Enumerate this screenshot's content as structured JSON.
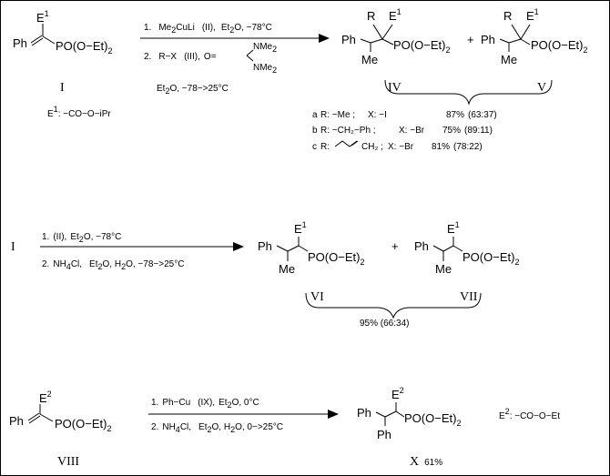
{
  "scheme1": {
    "start": {
      "ph": "Ph",
      "e": "E",
      "e_sup": "1",
      "po": "PO(O−Et)",
      "po_sub": "2",
      "roman": "I"
    },
    "e1_def": {
      "label": "E",
      "sup": "1",
      "value": ": −CO−O−iPr"
    },
    "cond1": {
      "num": "1.",
      "reagent": "Me",
      "reagent_sub": "2",
      "reagent_rest": "CuLi",
      "ref": "(II),",
      "solv": "Et",
      "solv_sub": "2",
      "solv_rest": "O, −78°C"
    },
    "cond2": {
      "num": "2.",
      "reagent": "R−X",
      "ref": "(III),",
      "o": "O=",
      "nme2a": "NMe",
      "nme2a_sub": "2",
      "nme2b": "NMe",
      "nme2b_sub": "2"
    },
    "cond3": {
      "solv": "Et",
      "solv_sub": "2",
      "solv_rest": "O,  −78−>25°C"
    },
    "prod_iv": {
      "r": "R",
      "e": "E",
      "e_sup": "1",
      "ph": "Ph",
      "me": "Me",
      "po": "PO(O−Et)",
      "po_sub": "2",
      "roman": "IV"
    },
    "plus": "+",
    "prod_v": {
      "r": "R",
      "e": "E",
      "e_sup": "1",
      "ph": "Ph",
      "me": "Me",
      "po": "PO(O−Et)",
      "po_sub": "2",
      "roman": "V"
    },
    "results": [
      {
        "tag": "a",
        "r": "R: −Me ;",
        "x": "X: −I",
        "yield": "87%",
        "ratio": "(63:37)"
      },
      {
        "tag": "b",
        "r": "R: −CH₂−Ph ;",
        "x": "X: −Br",
        "yield": "75%",
        "ratio": "(89:11)"
      },
      {
        "tag": "c",
        "r": "R:",
        "r_tail": "CH₂ ;",
        "x": "X: −Br",
        "yield": "81%",
        "ratio": "(78:22)"
      }
    ]
  },
  "scheme2": {
    "start": "I",
    "cond1": {
      "num": "1.",
      "ref": "(II),",
      "solv": "Et",
      "solv_sub": "2",
      "solv_rest": "O,  −78°C"
    },
    "cond2": {
      "num": "2.",
      "salt": "NH",
      "salt_sub": "4",
      "salt_rest": "Cl,",
      "solv": "Et",
      "solv_sub": "2",
      "solv_rest": "O, H",
      "h2o_sub": "2",
      "h2o_rest": "O,   −78−>25°C"
    },
    "prod_vi": {
      "e": "E",
      "e_sup": "1",
      "ph": "Ph",
      "me": "Me",
      "po": "PO(O−Et)",
      "po_sub": "2",
      "roman": "VI"
    },
    "plus": "+",
    "prod_vii": {
      "e": "E",
      "e_sup": "1",
      "ph": "Ph",
      "me": "Me",
      "po": "PO(O−Et)",
      "po_sub": "2",
      "roman": "VII"
    },
    "yield": "95% (66:34)"
  },
  "scheme3": {
    "start": {
      "ph": "Ph",
      "e": "E",
      "e_sup": "2",
      "po": "PO(O−Et)",
      "po_sub": "2",
      "roman": "VIII"
    },
    "cond1": {
      "num": "1.",
      "reagent": "Ph−Cu",
      "ref": "(IX),",
      "solv": "Et",
      "solv_sub": "2",
      "solv_rest": "O,  0°C"
    },
    "cond2": {
      "num": "2.",
      "salt": "NH",
      "salt_sub": "4",
      "salt_rest": "Cl,",
      "solv": "Et",
      "solv_sub": "2",
      "solv_rest": "O, H",
      "h2o_sub": "2",
      "h2o_rest": "O,  0−>25°C"
    },
    "prod_x": {
      "e": "E",
      "e_sup": "2",
      "ph1": "Ph",
      "ph2": "Ph",
      "po": "PO(O−Et)",
      "po_sub": "2",
      "roman": "X",
      "yield": "61%"
    },
    "e2_def": {
      "label": "E",
      "sup": "2",
      "value": ": −CO−O−Et"
    }
  }
}
